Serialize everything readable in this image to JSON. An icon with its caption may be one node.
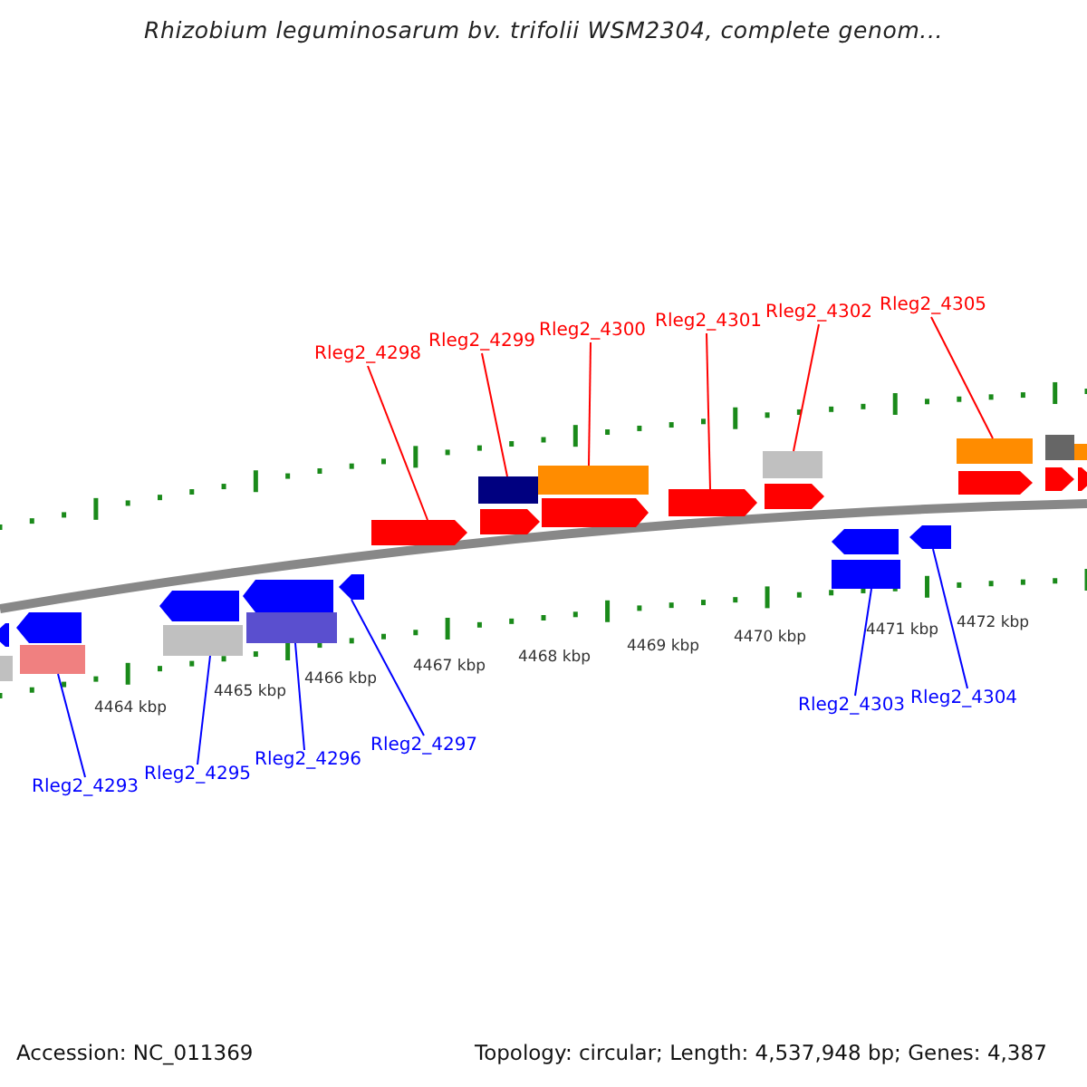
{
  "diagram": {
    "title": "Rhizobium leguminosarum bv. trifolii WSM2304, complete genom...",
    "nodes": [
      {
        "text": [
          "Rleg2_4298"
        ]
      },
      {
        "text": [
          "Rleg2_4299"
        ]
      },
      {
        "text": [
          "Rleg2_4300"
        ]
      },
      {
        "text": [
          "Rleg2_4301"
        ]
      },
      {
        "text": [
          "Rleg2_4302"
        ]
      },
      {
        "text": [
          "Rleg2_4305"
        ]
      },
      {
        "text": [
          "Rleg2_4293"
        ]
      },
      {
        "text": [
          "Rleg2_4295"
        ]
      },
      {
        "text": [
          "Rleg2_4296"
        ]
      },
      {
        "text": [
          "Rleg2_4297"
        ]
      },
      {
        "text": [
          "Rleg2_4303"
        ]
      },
      {
        "text": [
          "Rleg2_4304"
        ]
      },
      {
        "text": [],
        "shape": "arrow"
      },
      {
        "text": [],
        "shape": "bar"
      },
      {
        "text": [],
        "shape": "arrow"
      },
      {
        "text": [],
        "shape": "bar"
      },
      {
        "text": [],
        "shape": "arrow"
      },
      {
        "text": [],
        "shape": "bar"
      },
      {
        "text": [],
        "shape": "arrow"
      },
      {
        "text": [],
        "shape": "bar"
      },
      {
        "text": [],
        "shape": "arrow"
      },
      {
        "text": [],
        "shape": "arrow"
      },
      {
        "text": [],
        "shape": "bar"
      },
      {
        "text": [],
        "shape": "arrow"
      },
      {
        "text": [],
        "shape": "bar"
      },
      {
        "text": [],
        "shape": "arrow"
      },
      {
        "text": [],
        "shape": "arrow"
      },
      {
        "text": [],
        "shape": "bar"
      },
      {
        "text": [],
        "shape": "arrow"
      },
      {
        "text": [],
        "shape": "arrow"
      },
      {
        "text": [],
        "shape": "bar"
      },
      {
        "text": [],
        "shape": "arrow"
      },
      {
        "text": [],
        "shape": "bar"
      },
      {
        "text": [],
        "shape": "arrow"
      },
      {
        "text": [],
        "shape": "bar"
      },
      {
        "text": [],
        "shape": "arrow"
      },
      {
        "text": [],
        "shape": "bar"
      },
      {
        "text": [],
        "shape": "arrow"
      }
    ],
    "edges": [
      {
        "from": 0,
        "to": 21,
        "arrow": "none"
      },
      {
        "from": 1,
        "to": 22,
        "arrow": "none"
      },
      {
        "from": 2,
        "to": 24,
        "arrow": "none"
      },
      {
        "from": 3,
        "to": 26,
        "arrow": "none"
      },
      {
        "from": 4,
        "to": 27,
        "arrow": "none"
      },
      {
        "from": 5,
        "to": 32,
        "arrow": "none"
      },
      {
        "from": 6,
        "to": 15,
        "arrow": "none",
        "color": "#0000ff"
      },
      {
        "from": 7,
        "to": 17,
        "arrow": "none",
        "color": "#0000ff"
      },
      {
        "from": 8,
        "to": 19,
        "arrow": "none",
        "color": "#0000ff"
      },
      {
        "from": 9,
        "to": 20,
        "arrow": "none",
        "color": "#0000ff"
      },
      {
        "from": 10,
        "to": 30,
        "arrow": "none",
        "color": "#0000ff"
      },
      {
        "from": 11,
        "to": 31,
        "arrow": "none",
        "color": "#0000ff"
      }
    ],
    "labels": [
      "4464 kbp",
      "4465 kbp",
      "4466 kbp",
      "4467 kbp",
      "4468 kbp",
      "4469 kbp",
      "4470 kbp",
      "4471 kbp",
      "4472 kbp",
      "Accession: NC_011369",
      "Topology: circular; Length: 4,537,948 bp; Genes: 4,387"
    ]
  }
}
